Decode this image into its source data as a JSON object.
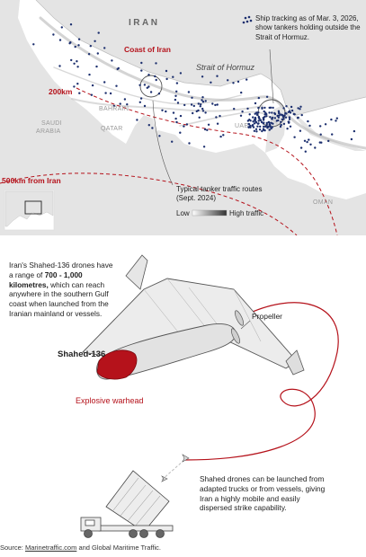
{
  "map": {
    "iran_label": "IRAN",
    "ship_tracking_note": "Ship tracking as of Mar. 3, 2026, show tankers holding outside the Strait of Hormuz.",
    "coast_label": "Coast of Iran",
    "strait_label": "Strait of Hormuz",
    "range_200": "200km",
    "range_500": "500km from Iran",
    "bahrain": "BAHRAIN",
    "saudi_line1": "SAUDI",
    "saudi_line2": "ARABIA",
    "qatar": "QATAR",
    "uae": "UAE",
    "oman": "OMAN",
    "routes_title_line1": "Typical tanker traffic routes",
    "routes_title_line2": "(Sept. 2024)",
    "legend_low": "Low",
    "legend_high": "High traffic",
    "colors": {
      "ship": "#1c2f6e",
      "red": "#b5121b",
      "land": "#e6e6e6",
      "water": "#ffffff"
    }
  },
  "drone": {
    "desc_prefix": "Iran's Shahed-136 drones have a range of",
    "desc_bold": "700 - 1,000 kilometres,",
    "desc_suffix": "which can reach anywhere in the southern Gulf coast when launched from the Iranian mainland or vessels.",
    "name_label": "Shahed-136",
    "propeller_label": "Propeller",
    "warhead_label": "Explosive warhead"
  },
  "launch": {
    "text": "Shahed drones can be launched from adapted trucks or from vessels, giving Iran a highly mobile and easily dispersed strike capability."
  },
  "source": {
    "prefix": "Source:",
    "link": "Marinetraffic.com",
    "suffix": "and Global Maritime Traffic."
  }
}
